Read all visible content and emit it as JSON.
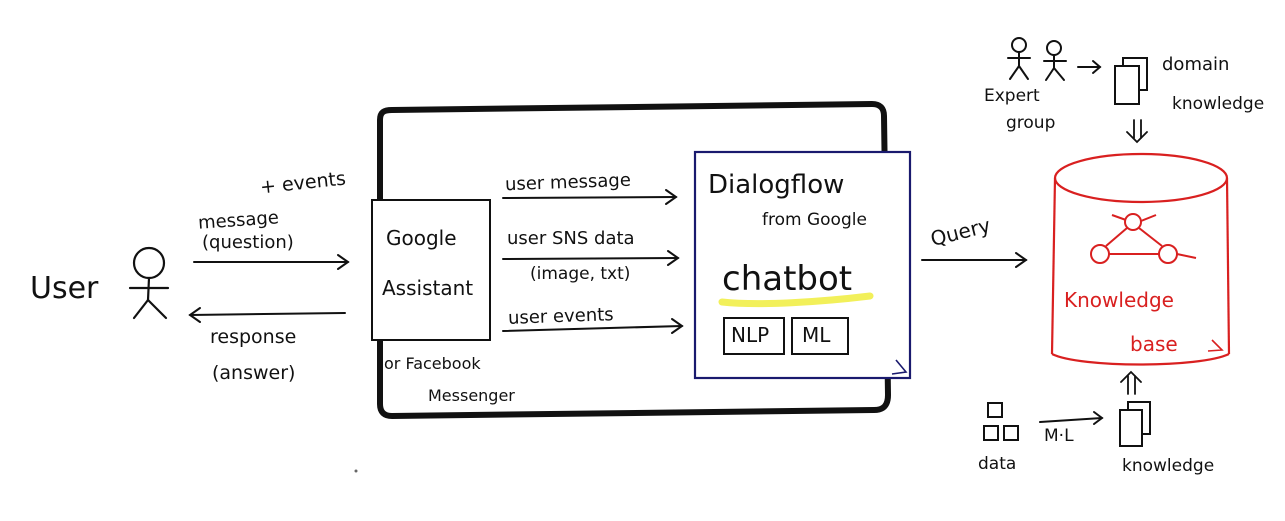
{
  "user": {
    "label": "User"
  },
  "flows": {
    "events_label": "+ events",
    "message_label": "message",
    "question_label": "(question)",
    "response_label": "response",
    "answer_label": "(answer)",
    "user_message": "user message",
    "user_sns_data": "user SNS data",
    "image_txt": "(image, txt)",
    "user_events": "user events",
    "query_label": "Query"
  },
  "assistant": {
    "title_line1": "Google",
    "title_line2": "Assistant",
    "alt_line1": "or Facebook",
    "alt_line2": "Messenger"
  },
  "dialogflow": {
    "title": "Dialogflow",
    "subtitle": "from Google",
    "chatbot": "chatbot",
    "nlp": "NLP",
    "ml": "ML"
  },
  "knowledge_base": {
    "label_line1": "Knowledge",
    "label_line2": "base"
  },
  "top_section": {
    "expert_line1": "Expert",
    "expert_line2": "group",
    "domain_line1": "domain",
    "domain_line2": "knowledge"
  },
  "bottom_section": {
    "data_label": "data",
    "ml_label": "M·L",
    "knowledge_label": "knowledge"
  },
  "colors": {
    "ink": "#111111",
    "dialogflow_border": "#1a1a6e",
    "knowledge_base": "#d92020",
    "highlight": "#f2f05a"
  }
}
